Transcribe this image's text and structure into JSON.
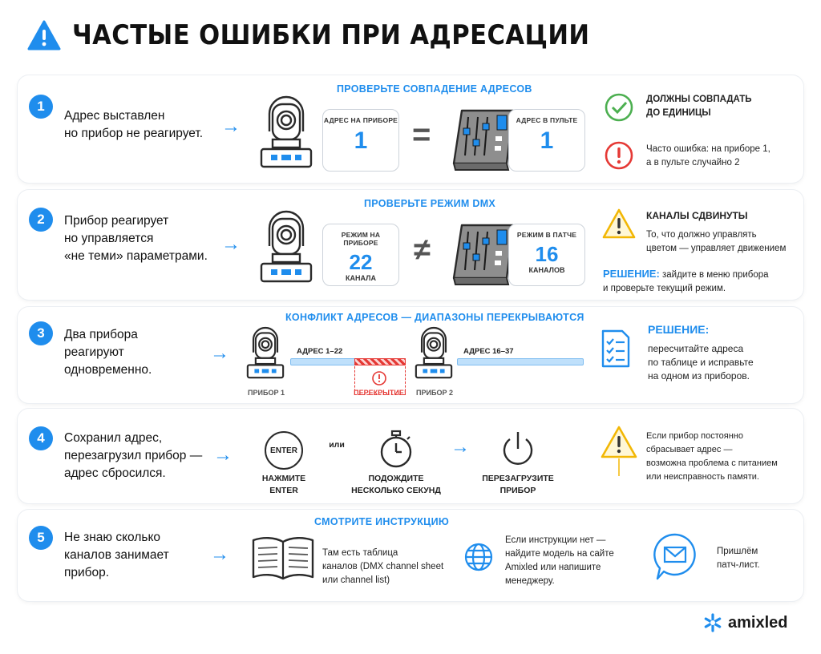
{
  "header": {
    "title": "ЧАСТЫЕ ОШИБКИ ПРИ АДРЕСАЦИИ",
    "icon": "warning-triangle-icon",
    "accent": "#1f8ded"
  },
  "cards": [
    {
      "number": "1",
      "question": "Адрес выставлен\nно прибор не реагирует.",
      "title": "ПРОВЕРЬТЕ СОВПАДЕНИЕ АДРЕСОВ",
      "left_box": {
        "label": "АДРЕС НА ПРИБОРЕ",
        "value": "1"
      },
      "operator": "=",
      "right_box": {
        "label": "АДРЕС В ПУЛЬТЕ",
        "value": "1"
      },
      "note_ok": "ДОЛЖНЫ СОВПАДАТЬ\nДО ЕДИНИЦЫ",
      "note_err": "Часто ошибка: на приборе 1,\nа в пульте случайно 2"
    },
    {
      "number": "2",
      "question": "Прибор реагирует\nно управляется\n«не теми» параметрами.",
      "title": "ПРОВЕРЬТЕ РЕЖИМ DMX",
      "left_box": {
        "label": "РЕЖИМ НА ПРИБОРЕ",
        "value": "22",
        "unit": "КАНАЛА"
      },
      "operator": "≠",
      "right_box": {
        "label": "РЕЖИМ В ПАТЧЕ",
        "value": "16",
        "unit": "КАНАЛОВ"
      },
      "warn_title": "КАНАЛЫ СДВИНУТЫ",
      "warn_text": "То, что должно управлять\nцветом — управляет движением",
      "solution_label": "РЕШЕНИЕ:",
      "solution_text": " зайдите в меню прибора\nи проверьте текущий режим."
    },
    {
      "number": "3",
      "question": "Два прибора\nреагируют\nодновременно.",
      "title": "КОНФЛИКТ АДРЕСОВ — ДИАПАЗОНЫ ПЕРЕКРЫВАЮТСЯ",
      "range1": "АДРЕС 1–22",
      "range2": "АДРЕС 16–37",
      "fixture1": "ПРИБОР 1",
      "fixture2": "ПРИБОР 2",
      "overlap": "ПЕРЕКРЫТИЕ!",
      "solution_label": "РЕШЕНИЕ:",
      "solution_text": "пересчитайте адреса\nпо таблице и исправьте\nна одном из приборов."
    },
    {
      "number": "4",
      "question": "Сохранил адрес,\nперезагрузил прибор —\nадрес сбросился.",
      "enter_key": "ENTER",
      "or": "или",
      "step1": "НАЖМИТЕ\nENTER",
      "step2": "ПОДОЖДИТЕ\nНЕСКОЛЬКО СЕКУНД",
      "step3": "ПЕРЕЗАГРУЗИТЕ\nПРИБОР",
      "warn_text": "Если прибор постоянно\nсбрасывает адрес —\nвозможна проблема с питанием\nили неисправность памяти."
    },
    {
      "number": "5",
      "question": "Не знаю сколько\nканалов занимает\nприбор.",
      "title": "СМОТРИТЕ ИНСТРУКЦИЮ",
      "book_text": "Там есть таблица\nканалов (DMX channel sheet\nили channel list)",
      "globe_text": "Если инструкции нет —\nнайдите модель на сайте\nAmixled или напишите\nменеджеру.",
      "mail_text": "Пришлём\nпатч-лист."
    }
  ],
  "footer": {
    "brand": "amixled"
  }
}
